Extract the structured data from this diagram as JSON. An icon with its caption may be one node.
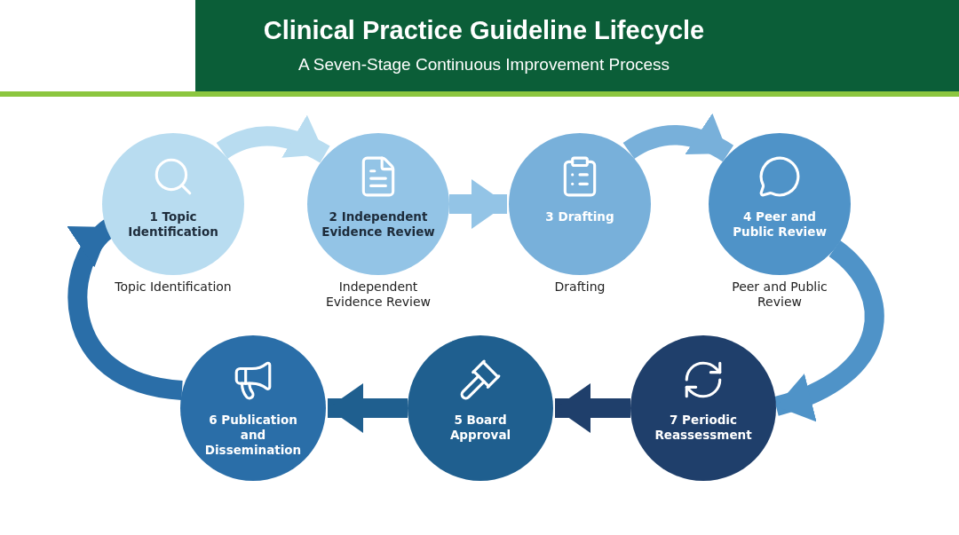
{
  "diagram": {
    "title": "Clinical Practice Guideline Lifecycle",
    "caption": "A Seven-Stage Continuous Improvement Process",
    "nodes": [
      {
        "text": [
          "1 Topic Identification"
        ],
        "beside": [
          "Topic Identification"
        ]
      },
      {
        "text": [
          "2 Independent Evidence Review"
        ],
        "beside": [
          "Independent Evidence Review"
        ]
      },
      {
        "text": [
          "3 Drafting"
        ],
        "beside": [
          "Drafting"
        ]
      },
      {
        "text": [
          "4 Peer and Public Review"
        ],
        "beside": [
          "Peer and Public Review"
        ]
      },
      {
        "text": [
          "6 Publication and Dissemination"
        ]
      },
      {
        "text": [
          "5 Board Approval"
        ]
      },
      {
        "text": [
          "7 Periodic Reassessment"
        ]
      }
    ],
    "edges": [
      {
        "from": 0,
        "to": 1,
        "arrow": "to",
        "color": "#b8dcf0"
      },
      {
        "from": 1,
        "to": 2,
        "arrow": "to",
        "color": "#93c4e6"
      },
      {
        "from": 2,
        "to": 3,
        "arrow": "to",
        "color": "#78b0da"
      },
      {
        "from": 3,
        "to": 6,
        "arrow": "to",
        "color": "#4f93c8"
      },
      {
        "from": 6,
        "to": 5,
        "arrow": "to",
        "color": "#1f3f6b"
      },
      {
        "from": 5,
        "to": 4,
        "arrow": "to",
        "color": "#1f5f8f"
      },
      {
        "from": 4,
        "to": 0,
        "arrow": "to",
        "color": "#2a6ea8"
      }
    ]
  }
}
